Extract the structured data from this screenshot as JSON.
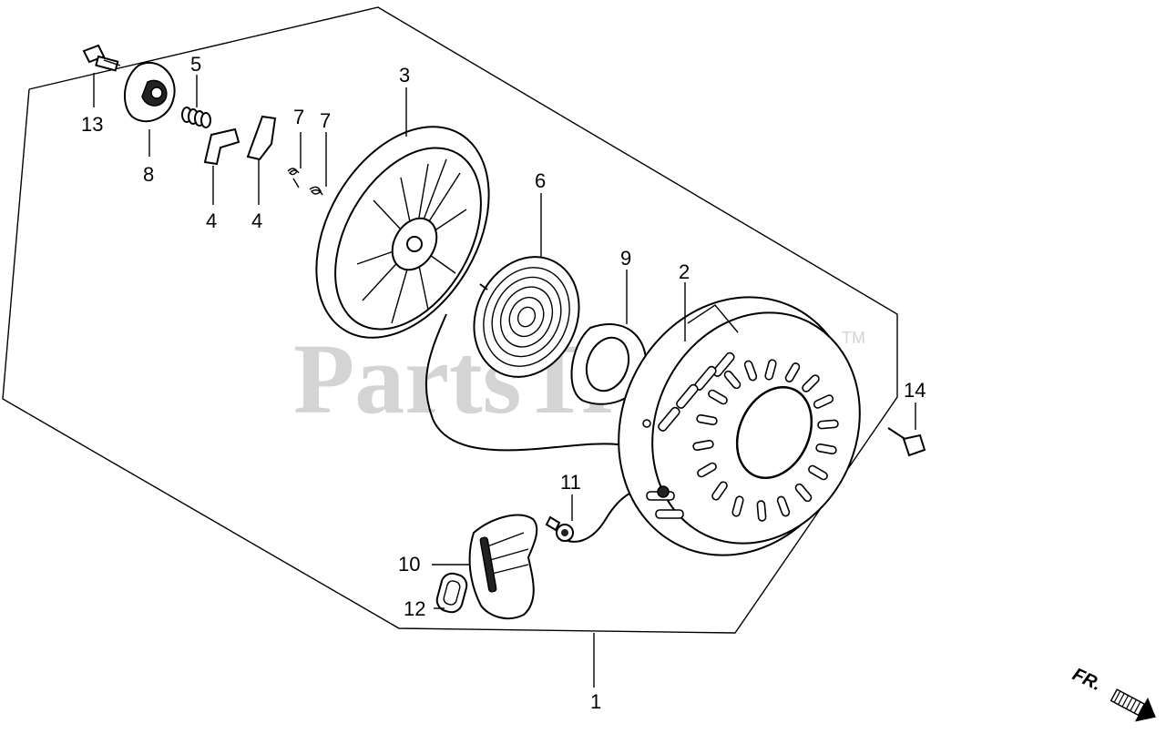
{
  "watermark": {
    "text": "PartsTre",
    "trademark": "TM"
  },
  "direction": {
    "label": "FR."
  },
  "callouts": [
    {
      "id": "c1",
      "text": "1"
    },
    {
      "id": "c2",
      "text": "2"
    },
    {
      "id": "c3",
      "text": "3"
    },
    {
      "id": "c4a",
      "text": "4"
    },
    {
      "id": "c4b",
      "text": "4"
    },
    {
      "id": "c5",
      "text": "5"
    },
    {
      "id": "c6",
      "text": "6"
    },
    {
      "id": "c7a",
      "text": "7"
    },
    {
      "id": "c7b",
      "text": "7"
    },
    {
      "id": "c8",
      "text": "8"
    },
    {
      "id": "c9",
      "text": "9"
    },
    {
      "id": "c10",
      "text": "10"
    },
    {
      "id": "c11",
      "text": "11"
    },
    {
      "id": "c12",
      "text": "12"
    },
    {
      "id": "c13",
      "text": "13"
    },
    {
      "id": "c14",
      "text": "14"
    }
  ]
}
